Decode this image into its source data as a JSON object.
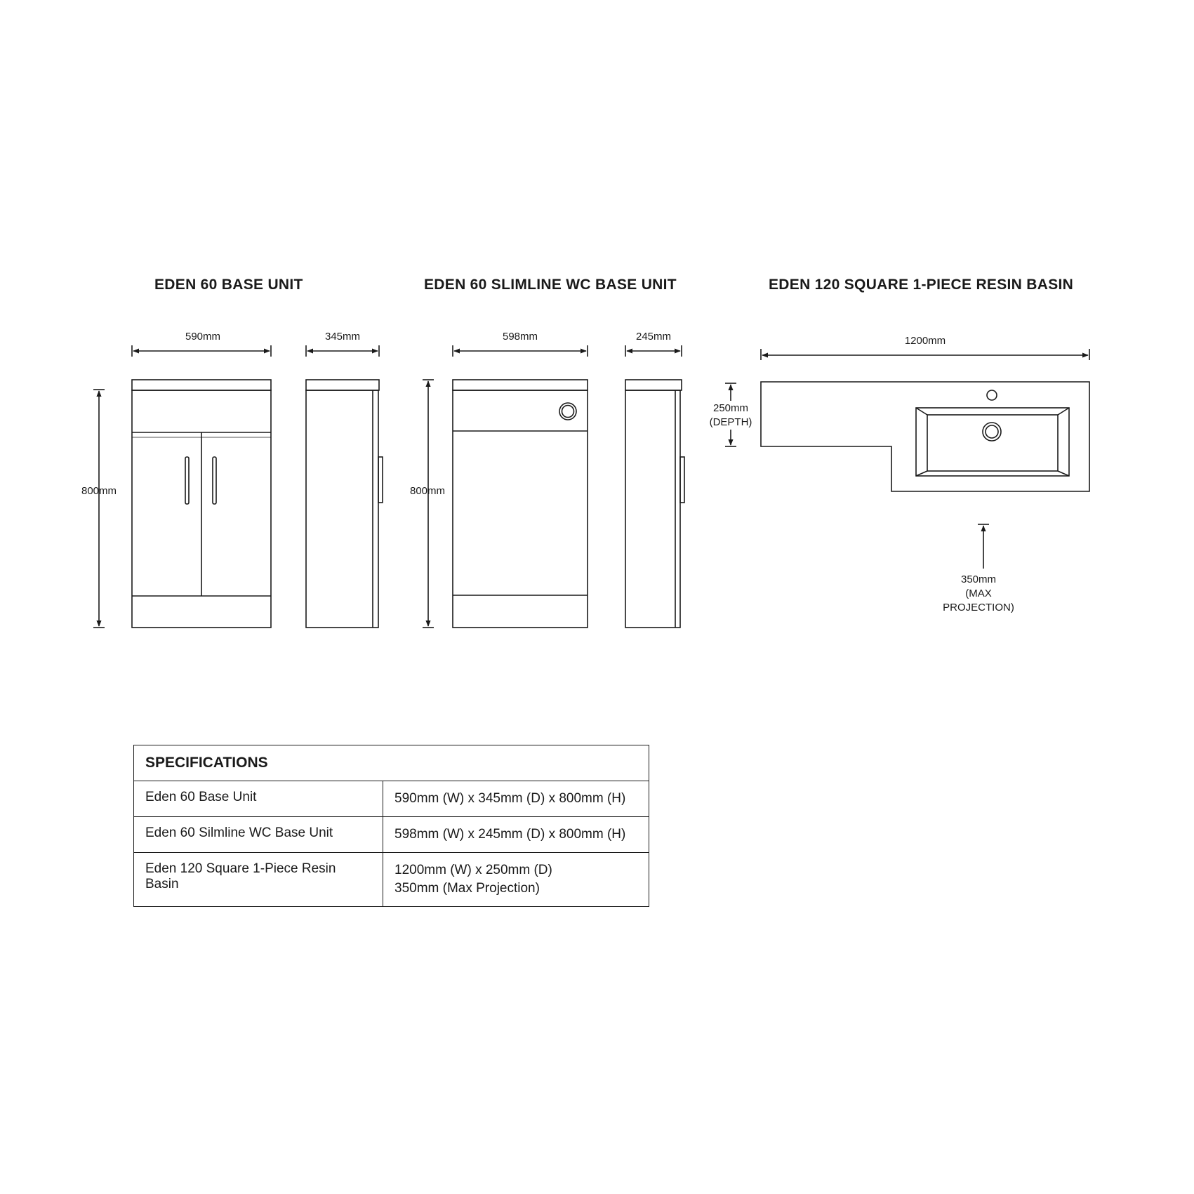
{
  "products": {
    "base_unit": {
      "title": "EDEN 60 BASE UNIT",
      "width": "590mm",
      "depth": "345mm",
      "height": "800mm"
    },
    "wc_unit": {
      "title": "EDEN 60 SLIMLINE WC BASE UNIT",
      "width": "598mm",
      "depth": "245mm",
      "height": "800mm"
    },
    "basin": {
      "title": "EDEN 120 SQUARE 1-PIECE RESIN BASIN",
      "width": "1200mm",
      "depth": "250mm",
      "depth_note": "(DEPTH)",
      "projection": "350mm",
      "projection_note_1": "(MAX",
      "projection_note_2": "PROJECTION)"
    }
  },
  "specifications": {
    "heading": "SPECIFICATIONS",
    "rows": [
      {
        "name": "Eden 60 Base Unit",
        "value": [
          "590mm (W) x 345mm (D) x 800mm (H)"
        ]
      },
      {
        "name": "Eden 60 Silmline WC Base Unit",
        "value": [
          "598mm (W) x 245mm (D) x 800mm (H)"
        ]
      },
      {
        "name": "Eden 120 Square 1-Piece Resin Basin",
        "value": [
          "1200mm (W) x 250mm (D)",
          "350mm (Max Projection)"
        ]
      }
    ]
  }
}
